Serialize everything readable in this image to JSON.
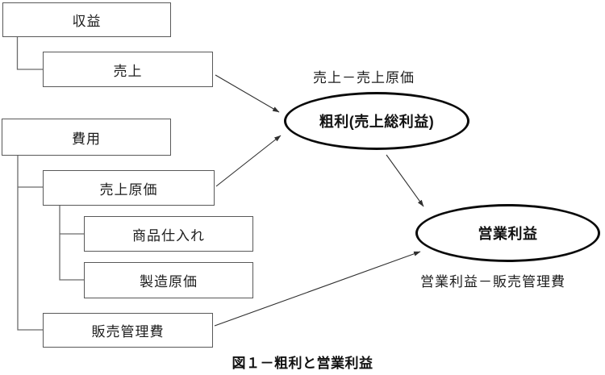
{
  "diagram": {
    "caption": "図１－粗利と営業利益",
    "boxes": {
      "revenue": "収益",
      "sales": "売上",
      "expenses": "費用",
      "cogs": "売上原価",
      "purchase": "商品仕入れ",
      "manufacturing": "製造原価",
      "sga": "販売管理費"
    },
    "ellipses": {
      "gross_profit": "粗利(売上総利益)",
      "operating_profit": "営業利益"
    },
    "formulas": {
      "gross_profit": "売上－売上原価",
      "operating_profit": "営業利益－販売管理費"
    },
    "colors": {
      "background": "#ffffff",
      "box_border": "#595959",
      "connector": "#6b6b6b",
      "arrow": "#2f2f2f",
      "ellipse_border": "#0a0a0a",
      "text": "#1c1c1c"
    }
  }
}
